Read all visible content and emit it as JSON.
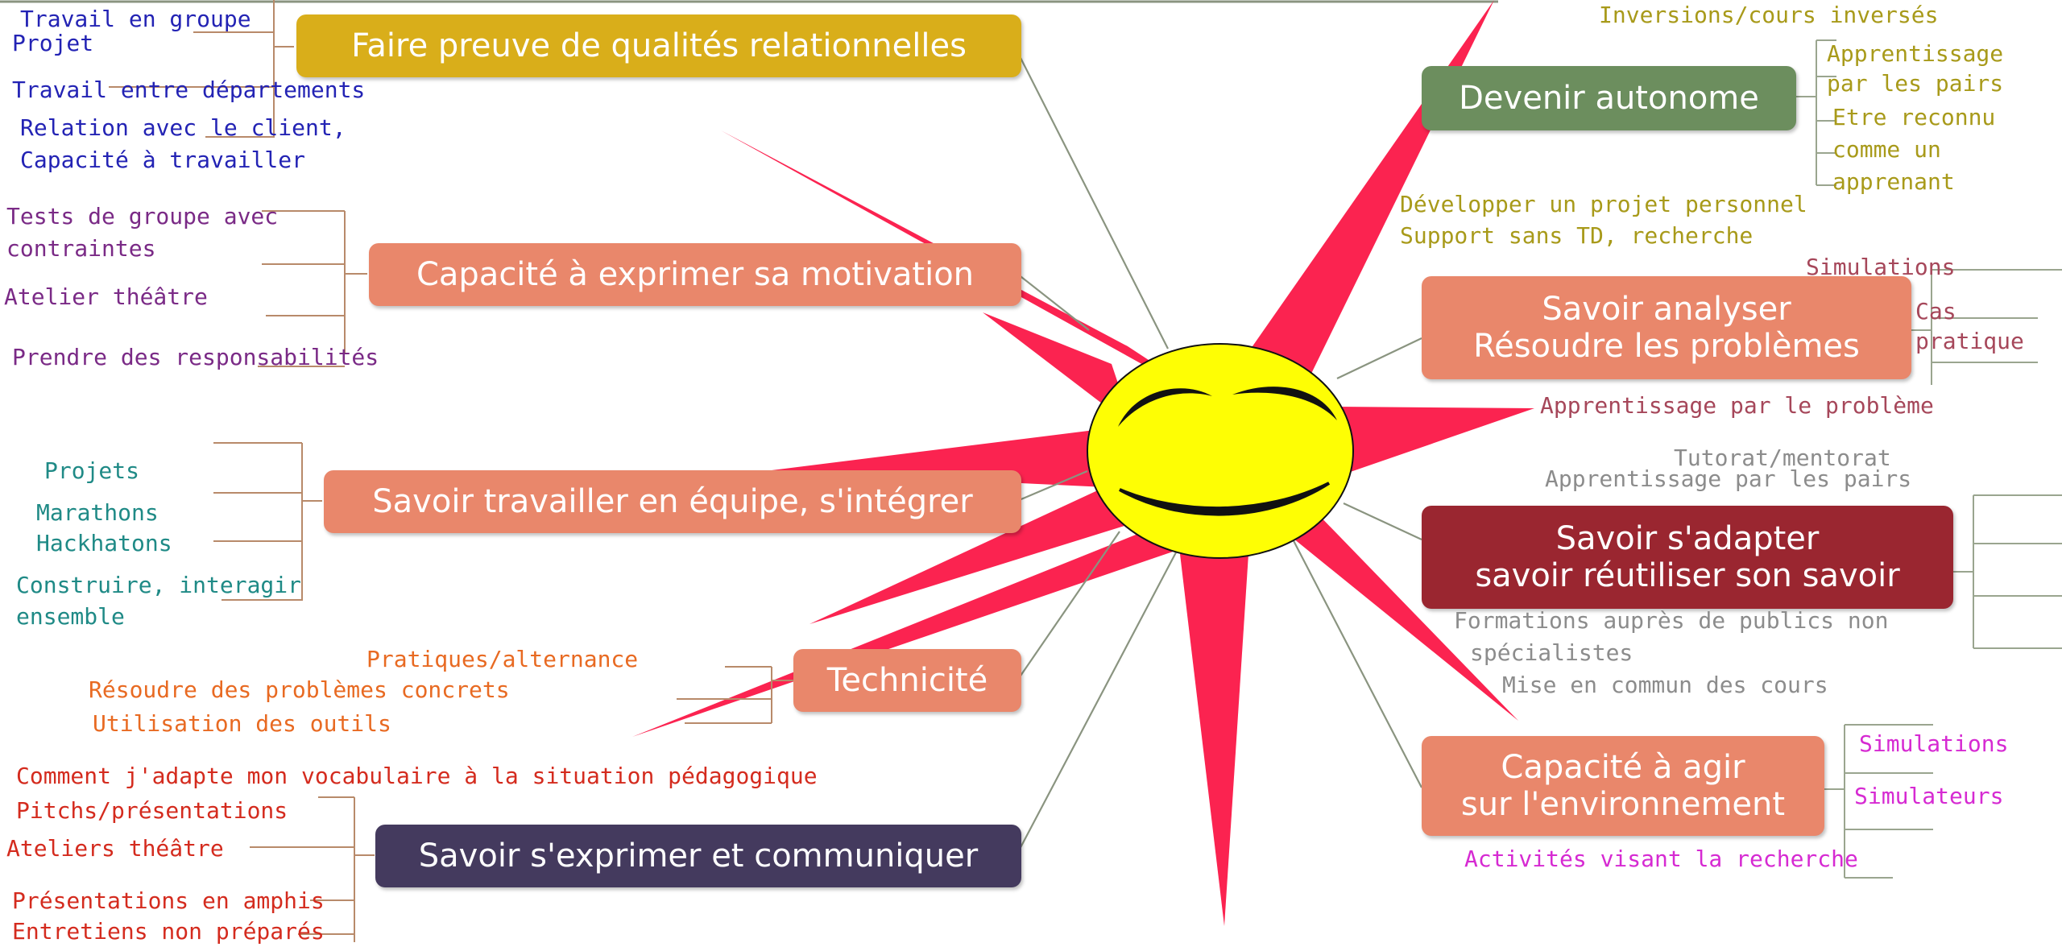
{
  "colors": {
    "star": "#fb2350",
    "sun_face": "#fefe04",
    "branch_line": "#8a9480",
    "left_bracket": "#b88a6a",
    "right_bracket": "#9aa58f"
  },
  "center": {
    "face": "smiley-sun"
  },
  "left": {
    "relational": {
      "label": "Faire preuve de qualités relationnelles",
      "color": "#d9ae1a",
      "leaf_color": "#2323b4",
      "leaves": [
        "Travail en groupe",
        "Projet",
        "Travail entre départements",
        "Relation avec le client,",
        "Capacité à travailler"
      ]
    },
    "motivation": {
      "label": "Capacité à exprimer sa motivation",
      "color": "#e9876b",
      "leaf_color": "#7a2a86",
      "leaves": [
        "Tests de groupe avec",
        "contraintes",
        "Atelier théâtre",
        "Prendre des responsabilités"
      ]
    },
    "team": {
      "label": "Savoir travailler en équipe, s'intégrer",
      "color": "#e9876b",
      "leaf_color": "#1f8a86",
      "leaves": [
        "Projets",
        "Marathons",
        "Hackhatons",
        "Construire, interagir",
        "ensemble"
      ]
    },
    "technicity": {
      "label": "Technicité",
      "color": "#e9876b",
      "leaf_color": "#e86a22",
      "leaves": [
        "Pratiques/alternance",
        "Résoudre des problèmes concrets",
        "Utilisation des outils"
      ]
    },
    "communicate": {
      "label": "Savoir s'exprimer et communiquer",
      "color": "#443a5e",
      "leaf_color": "#d42b1e",
      "leaves": [
        "Comment j'adapte mon vocabulaire à la situation pédagogique",
        "Pitchs/présentations",
        "Ateliers théâtre",
        "Présentations en amphis",
        "Entretiens non préparés"
      ]
    }
  },
  "right": {
    "autonomous": {
      "label": "Devenir autonome",
      "color": "#6c8e5e",
      "leaf_color": "#a89a1a",
      "leaves": [
        "Inversions/cours inversés",
        "Apprentissage",
        "par les pairs",
        "Etre reconnu",
        "comme un",
        "apprenant",
        "Développer un projet personnel",
        "Support sans TD, recherche"
      ]
    },
    "analyze": {
      "label_line1": "Savoir analyser",
      "label_line2": "Résoudre les problèmes",
      "color": "#e9876b",
      "leaf_color": "#a6475a",
      "leaves": [
        "Simulations",
        "Cas",
        "pratique",
        "Apprentissage par le problème"
      ]
    },
    "adapt": {
      "label_line1": "Savoir s'adapter",
      "label_line2": "savoir réutiliser son savoir",
      "color": "#9a2630",
      "leaf_color": "#8c8c8c",
      "leaves": [
        "Tutorat/mentorat",
        "Apprentissage par les pairs",
        "Formations auprès de publics non",
        "spécialistes",
        "Mise en commun des cours"
      ]
    },
    "environment": {
      "label_line1": "Capacité à agir",
      "label_line2": "sur l'environnement",
      "color": "#e9876b",
      "leaf_color": "#d62ad2",
      "leaves": [
        "Simulations",
        "Simulateurs",
        "Activités visant la recherche"
      ]
    }
  }
}
